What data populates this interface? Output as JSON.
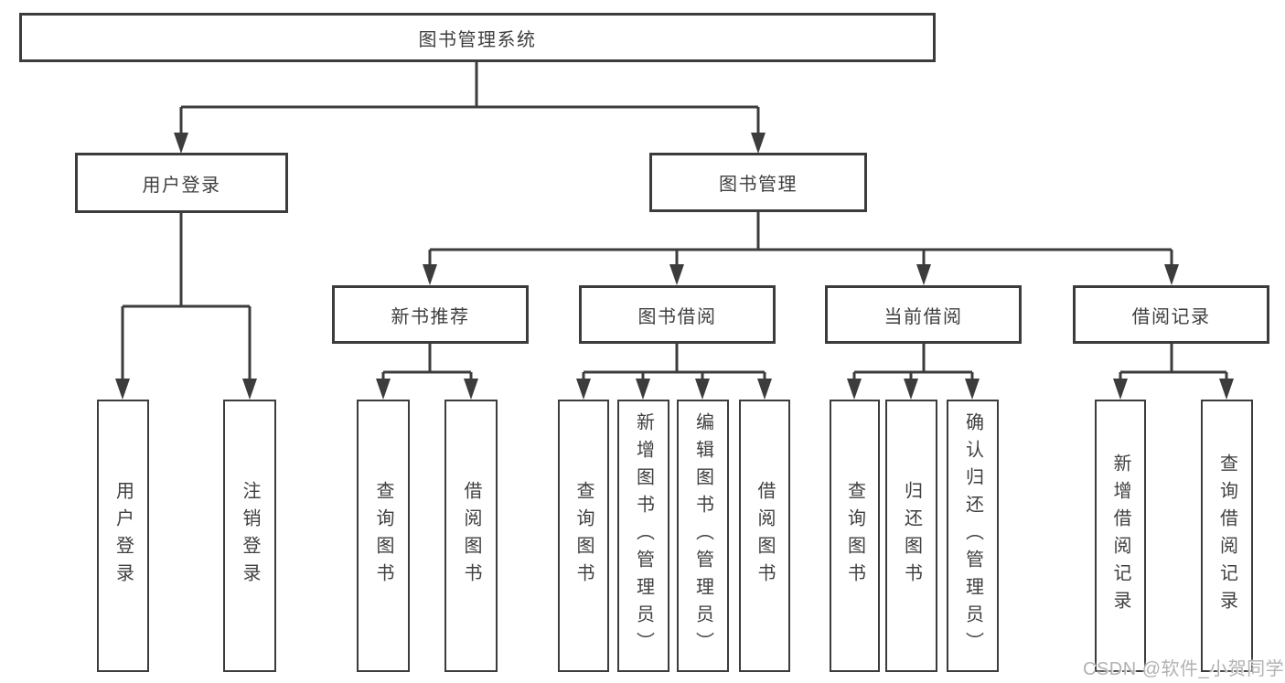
{
  "diagram": {
    "nodes": {
      "root": "图书管理系统",
      "user_login": "用户登录",
      "book_mgmt": "图书管理",
      "new_book_rec": "新书推荐",
      "book_borrow": "图书借阅",
      "current_borrow": "当前借阅",
      "borrow_records": "借阅记录",
      "leaf_user_login": "用户登录",
      "leaf_logout": "注销登录",
      "leaf_query_book_rec": "查询图书",
      "leaf_borrow_book_rec": "借阅图书",
      "leaf_query_book_borrow": "查询图书",
      "leaf_add_book": "新增图书（管理员）",
      "leaf_edit_book": "编辑图书（管理员）",
      "leaf_borrow_book": "借阅图书",
      "leaf_query_book_current": "查询图书",
      "leaf_return_book": "归还图书",
      "leaf_confirm_return": "确认归还（管理员）",
      "leaf_add_record": "新增借阅记录",
      "leaf_query_record": "查询借阅记录"
    },
    "colors": {
      "line": "#3c3c3c",
      "text": "#3f3f3f",
      "background": "#ffffff",
      "watermark_text": "#b2b2b2"
    }
  },
  "watermark": {
    "text": "CSDN @软件_小贺同学"
  }
}
